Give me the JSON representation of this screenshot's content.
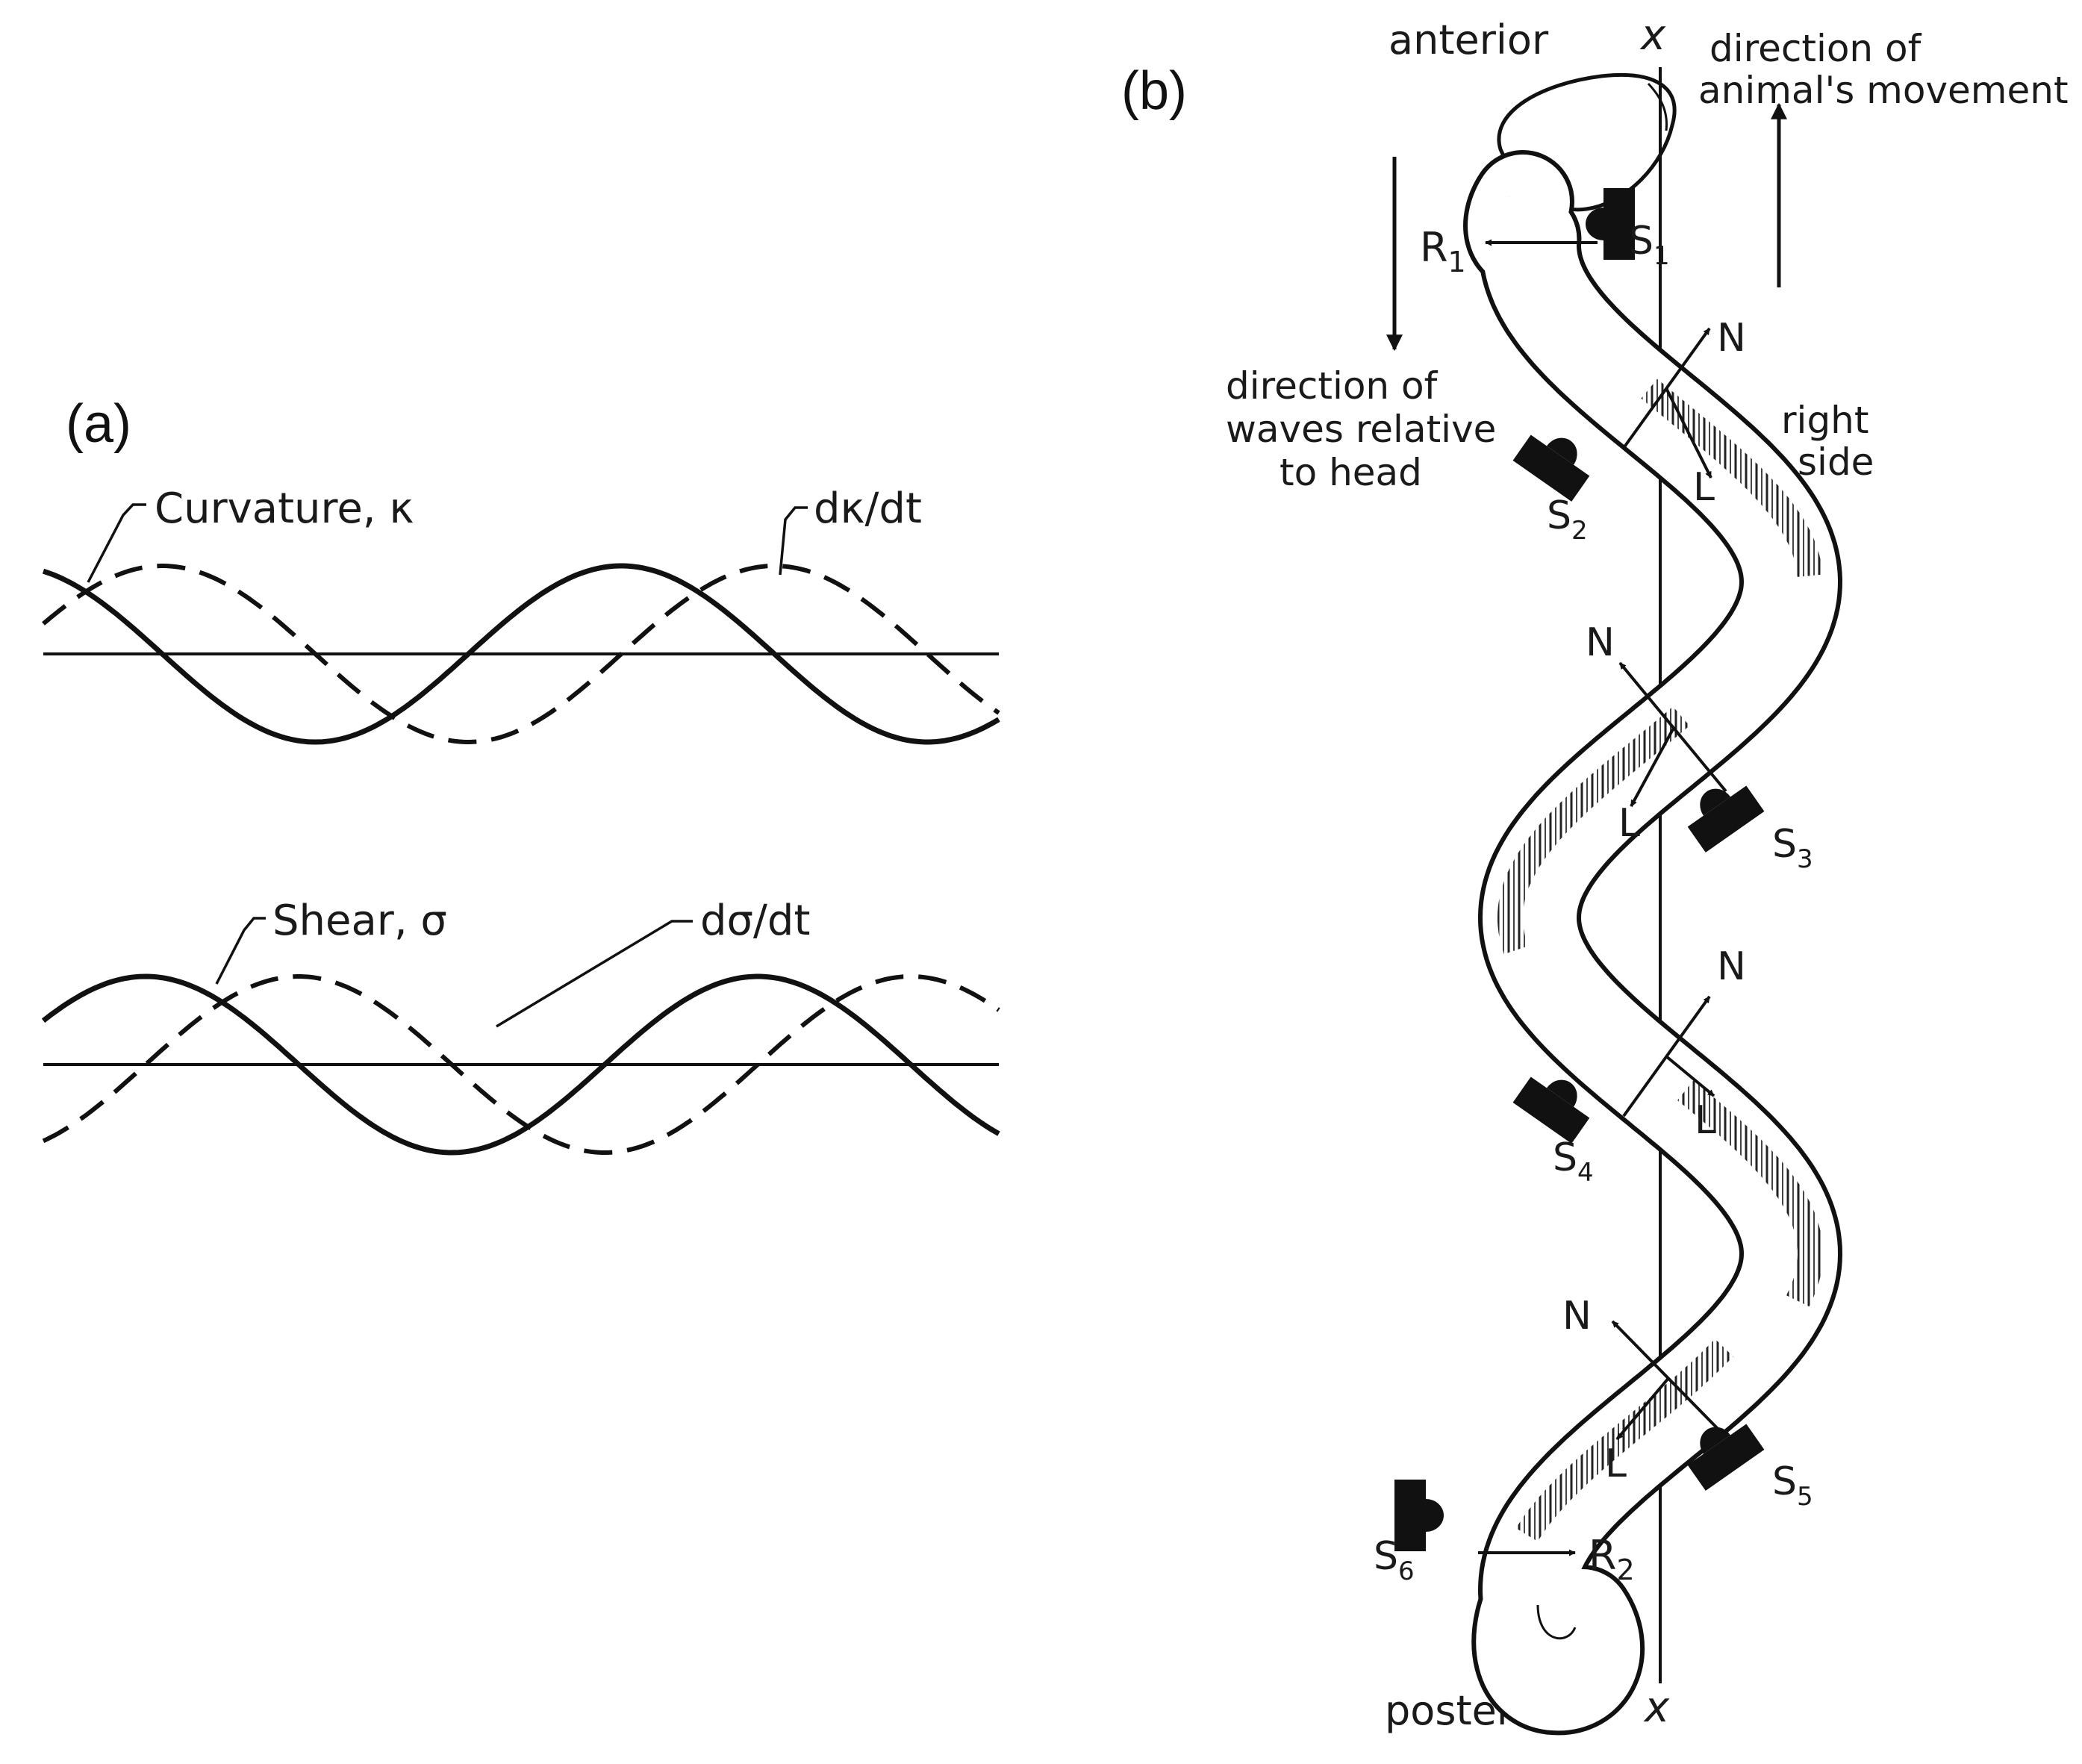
{
  "panel_a": {
    "label": "(a)",
    "top": {
      "curve_label": "Curvature, κ",
      "deriv_label": "dκ/dt"
    },
    "bottom": {
      "curve_label": "Shear, σ",
      "deriv_label": "dσ/dt"
    }
  },
  "panel_b": {
    "label": "(b)",
    "anterior": "anterior",
    "posterior": "posterior",
    "axis_mark_top": "x",
    "axis_mark_bottom": "x",
    "movement_line1": "direction of",
    "movement_line2": "animal's movement",
    "waves_line1": "direction of",
    "waves_line2": "waves relative",
    "waves_line3": "to head",
    "right_line1": "right",
    "right_line2": "side",
    "R1": {
      "main": "R",
      "sub": "1"
    },
    "R2": {
      "main": "R",
      "sub": "2"
    },
    "S1": {
      "main": "S",
      "sub": "1"
    },
    "S2": {
      "main": "S",
      "sub": "2"
    },
    "S3": {
      "main": "S",
      "sub": "3"
    },
    "S4": {
      "main": "S",
      "sub": "4"
    },
    "S5": {
      "main": "S",
      "sub": "5"
    },
    "S6": {
      "main": "S",
      "sub": "6"
    },
    "N1": "N",
    "L1": "L",
    "N2": "N",
    "L2": "L",
    "N3": "N",
    "L3": "L",
    "N4": "N",
    "L4": "L"
  }
}
